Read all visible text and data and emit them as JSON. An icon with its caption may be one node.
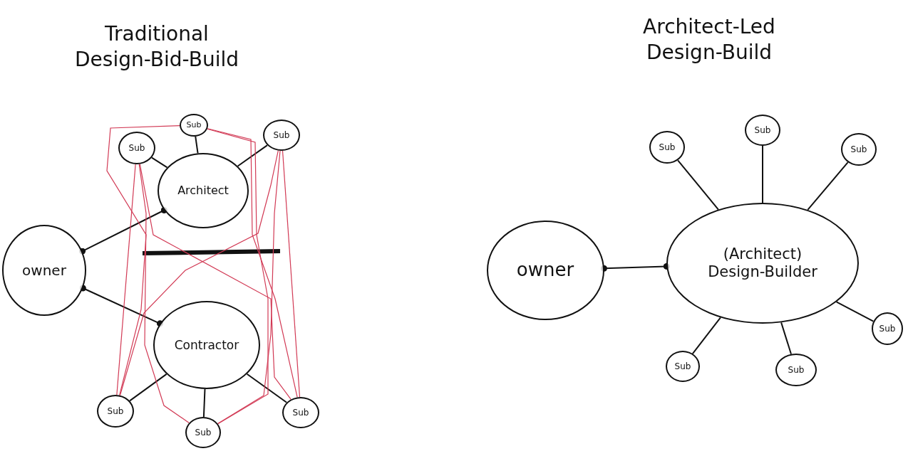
{
  "diagram": {
    "nodes": [
      {
        "text": [
          "owner"
        ]
      },
      {
        "text": [
          "Architect"
        ]
      },
      {
        "text": [
          "Contractor"
        ]
      },
      {
        "text": [
          "Sub"
        ]
      },
      {
        "text": [
          "Sub"
        ]
      },
      {
        "text": [
          "Sub"
        ]
      },
      {
        "text": [
          "Sub"
        ]
      },
      {
        "text": [
          "Sub"
        ]
      },
      {
        "text": [
          "Sub"
        ]
      },
      {
        "text": [
          "owner"
        ]
      },
      {
        "text": [
          "(Architect)",
          "Design-Builder"
        ]
      },
      {
        "text": [
          "Sub"
        ]
      },
      {
        "text": [
          "Sub"
        ]
      },
      {
        "text": [
          "Sub"
        ]
      },
      {
        "text": [
          "Sub"
        ]
      },
      {
        "text": [
          "Sub"
        ]
      },
      {
        "text": [
          "Sub"
        ]
      }
    ],
    "edges": [
      {
        "from": 0,
        "to": 1,
        "arrow": "other"
      },
      {
        "from": 0,
        "to": 2,
        "arrow": "other"
      },
      {
        "from": 3,
        "to": 1,
        "arrow": "none"
      },
      {
        "from": 4,
        "to": 1,
        "arrow": "none"
      },
      {
        "from": 5,
        "to": 1,
        "arrow": "none"
      },
      {
        "from": 6,
        "to": 2,
        "arrow": "none"
      },
      {
        "from": 7,
        "to": 2,
        "arrow": "none"
      },
      {
        "from": 8,
        "to": 2,
        "arrow": "none"
      },
      {
        "from": 3,
        "to": 6,
        "arrow": "none",
        "color": "#d23a55"
      },
      {
        "from": 3,
        "to": 7,
        "arrow": "none",
        "color": "#d23a55"
      },
      {
        "from": 3,
        "to": 8,
        "arrow": "none",
        "color": "#d23a55"
      },
      {
        "from": 4,
        "to": 6,
        "arrow": "none",
        "color": "#d23a55"
      },
      {
        "from": 4,
        "to": 7,
        "arrow": "none",
        "color": "#d23a55"
      },
      {
        "from": 4,
        "to": 8,
        "arrow": "none",
        "color": "#d23a55"
      },
      {
        "from": 5,
        "to": 6,
        "arrow": "none",
        "color": "#d23a55"
      },
      {
        "from": 5,
        "to": 7,
        "arrow": "none",
        "color": "#d23a55"
      },
      {
        "from": 5,
        "to": 8,
        "arrow": "none",
        "color": "#d23a55"
      },
      {
        "from": 9,
        "to": 10,
        "arrow": "other"
      },
      {
        "from": 11,
        "to": 10,
        "arrow": "none"
      },
      {
        "from": 12,
        "to": 10,
        "arrow": "none"
      },
      {
        "from": 13,
        "to": 10,
        "arrow": "none"
      },
      {
        "from": 14,
        "to": 10,
        "arrow": "none"
      },
      {
        "from": 15,
        "to": 10,
        "arrow": "none"
      },
      {
        "from": 16,
        "to": 10,
        "arrow": "none"
      }
    ],
    "labels": [
      "Traditional Design-Bid-Build",
      "Architect-Led Design-Build"
    ]
  }
}
